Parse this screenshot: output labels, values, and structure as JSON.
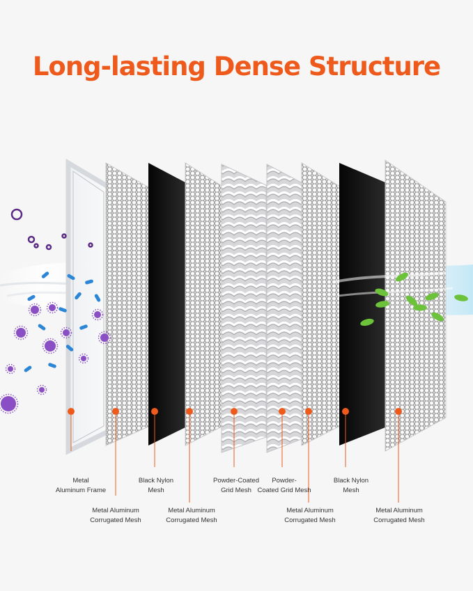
{
  "title": "Long-lasting Dense Structure",
  "accent_color": "#ee5a1c",
  "layers": [
    {
      "name": "metal-aluminum-frame",
      "line1": "Metal",
      "line2": "Aluminum Frame"
    },
    {
      "name": "metal-aluminum-corrugated-mesh-1",
      "line1": "Metal Aluminum",
      "line2": "Corrugated Mesh"
    },
    {
      "name": "black-nylon-mesh-1",
      "line1": "Black Nylon",
      "line2": "Mesh"
    },
    {
      "name": "metal-aluminum-corrugated-mesh-2",
      "line1": "Metal Aluminum",
      "line2": "Corrugated Mesh"
    },
    {
      "name": "powder-coated-grid-mesh-1",
      "line1": "Powder-Coated",
      "line2": "Grid Mesh"
    },
    {
      "name": "powder-coated-grid-mesh-2",
      "line1": "Powder-",
      "line2": "Coated Grid Mesh"
    },
    {
      "name": "metal-aluminum-corrugated-mesh-3",
      "line1": "Metal Aluminum",
      "line2": "Corrugated Mesh"
    },
    {
      "name": "black-nylon-mesh-2",
      "line1": "Black Nylon",
      "line2": "Mesh"
    },
    {
      "name": "metal-aluminum-corrugated-mesh-4",
      "line1": "Metal Aluminum",
      "line2": "Corrugated Mesh"
    }
  ]
}
